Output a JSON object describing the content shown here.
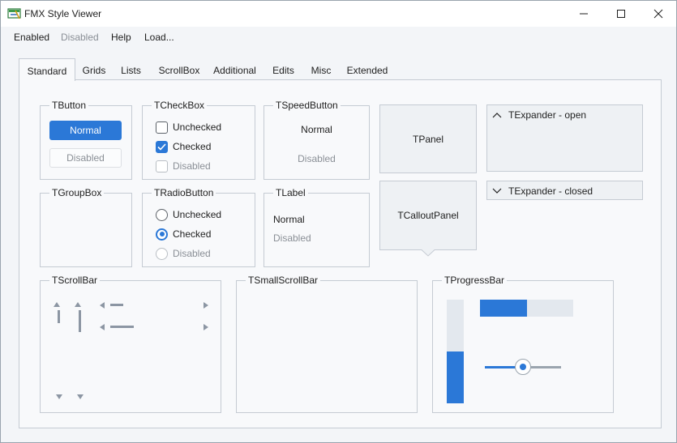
{
  "window": {
    "title": "FMX Style Viewer",
    "icons": {
      "app": "style-viewer-app-icon",
      "minimize": "minimize-icon",
      "maximize": "maximize-icon",
      "close": "close-icon"
    }
  },
  "menu": {
    "enabled": "Enabled",
    "disabled": "Disabled",
    "help": "Help",
    "load": "Load..."
  },
  "tabs": [
    {
      "label": "Standard",
      "active": true
    },
    {
      "label": "Grids"
    },
    {
      "label": "Lists"
    },
    {
      "label": "ScrollBox"
    },
    {
      "label": "Additional"
    },
    {
      "label": "Edits"
    },
    {
      "label": "Misc"
    },
    {
      "label": "Extended"
    }
  ],
  "standard": {
    "tbutton": {
      "caption": "TButton",
      "normal": "Normal",
      "disabled": "Disabled"
    },
    "tcheckbox": {
      "caption": "TCheckBox",
      "unchecked": "Unchecked",
      "checked": "Checked",
      "disabled": "Disabled"
    },
    "tspeedbutton": {
      "caption": "TSpeedButton",
      "normal": "Normal",
      "disabled": "Disabled"
    },
    "tpanel": {
      "label": "TPanel"
    },
    "texpander_open": {
      "label": "TExpander - open",
      "icon": "chevron-up-icon"
    },
    "texpander_closed": {
      "label": "TExpander - closed",
      "icon": "chevron-down-icon"
    },
    "tgroupbox": {
      "caption": "TGroupBox"
    },
    "tradiobutton": {
      "caption": "TRadioButton",
      "unchecked": "Unchecked",
      "checked": "Checked",
      "disabled": "Disabled"
    },
    "tlabel": {
      "caption": "TLabel",
      "normal": "Normal",
      "disabled": "Disabled"
    },
    "tcalloutpanel": {
      "label": "TCalloutPanel"
    },
    "tscrollbar": {
      "caption": "TScrollBar"
    },
    "tsmallscrollbar": {
      "caption": "TSmallScrollBar"
    },
    "tprogressbar": {
      "caption": "TProgressBar",
      "horizontal_progress": 0.5,
      "vertical_progress": 0.5,
      "slider_value": 0.5
    }
  },
  "colors": {
    "accent": "#2b78d7",
    "border": "#c5cbd3",
    "disabled_text": "#8a8f96",
    "scroll_glyph": "#8c96a3"
  }
}
